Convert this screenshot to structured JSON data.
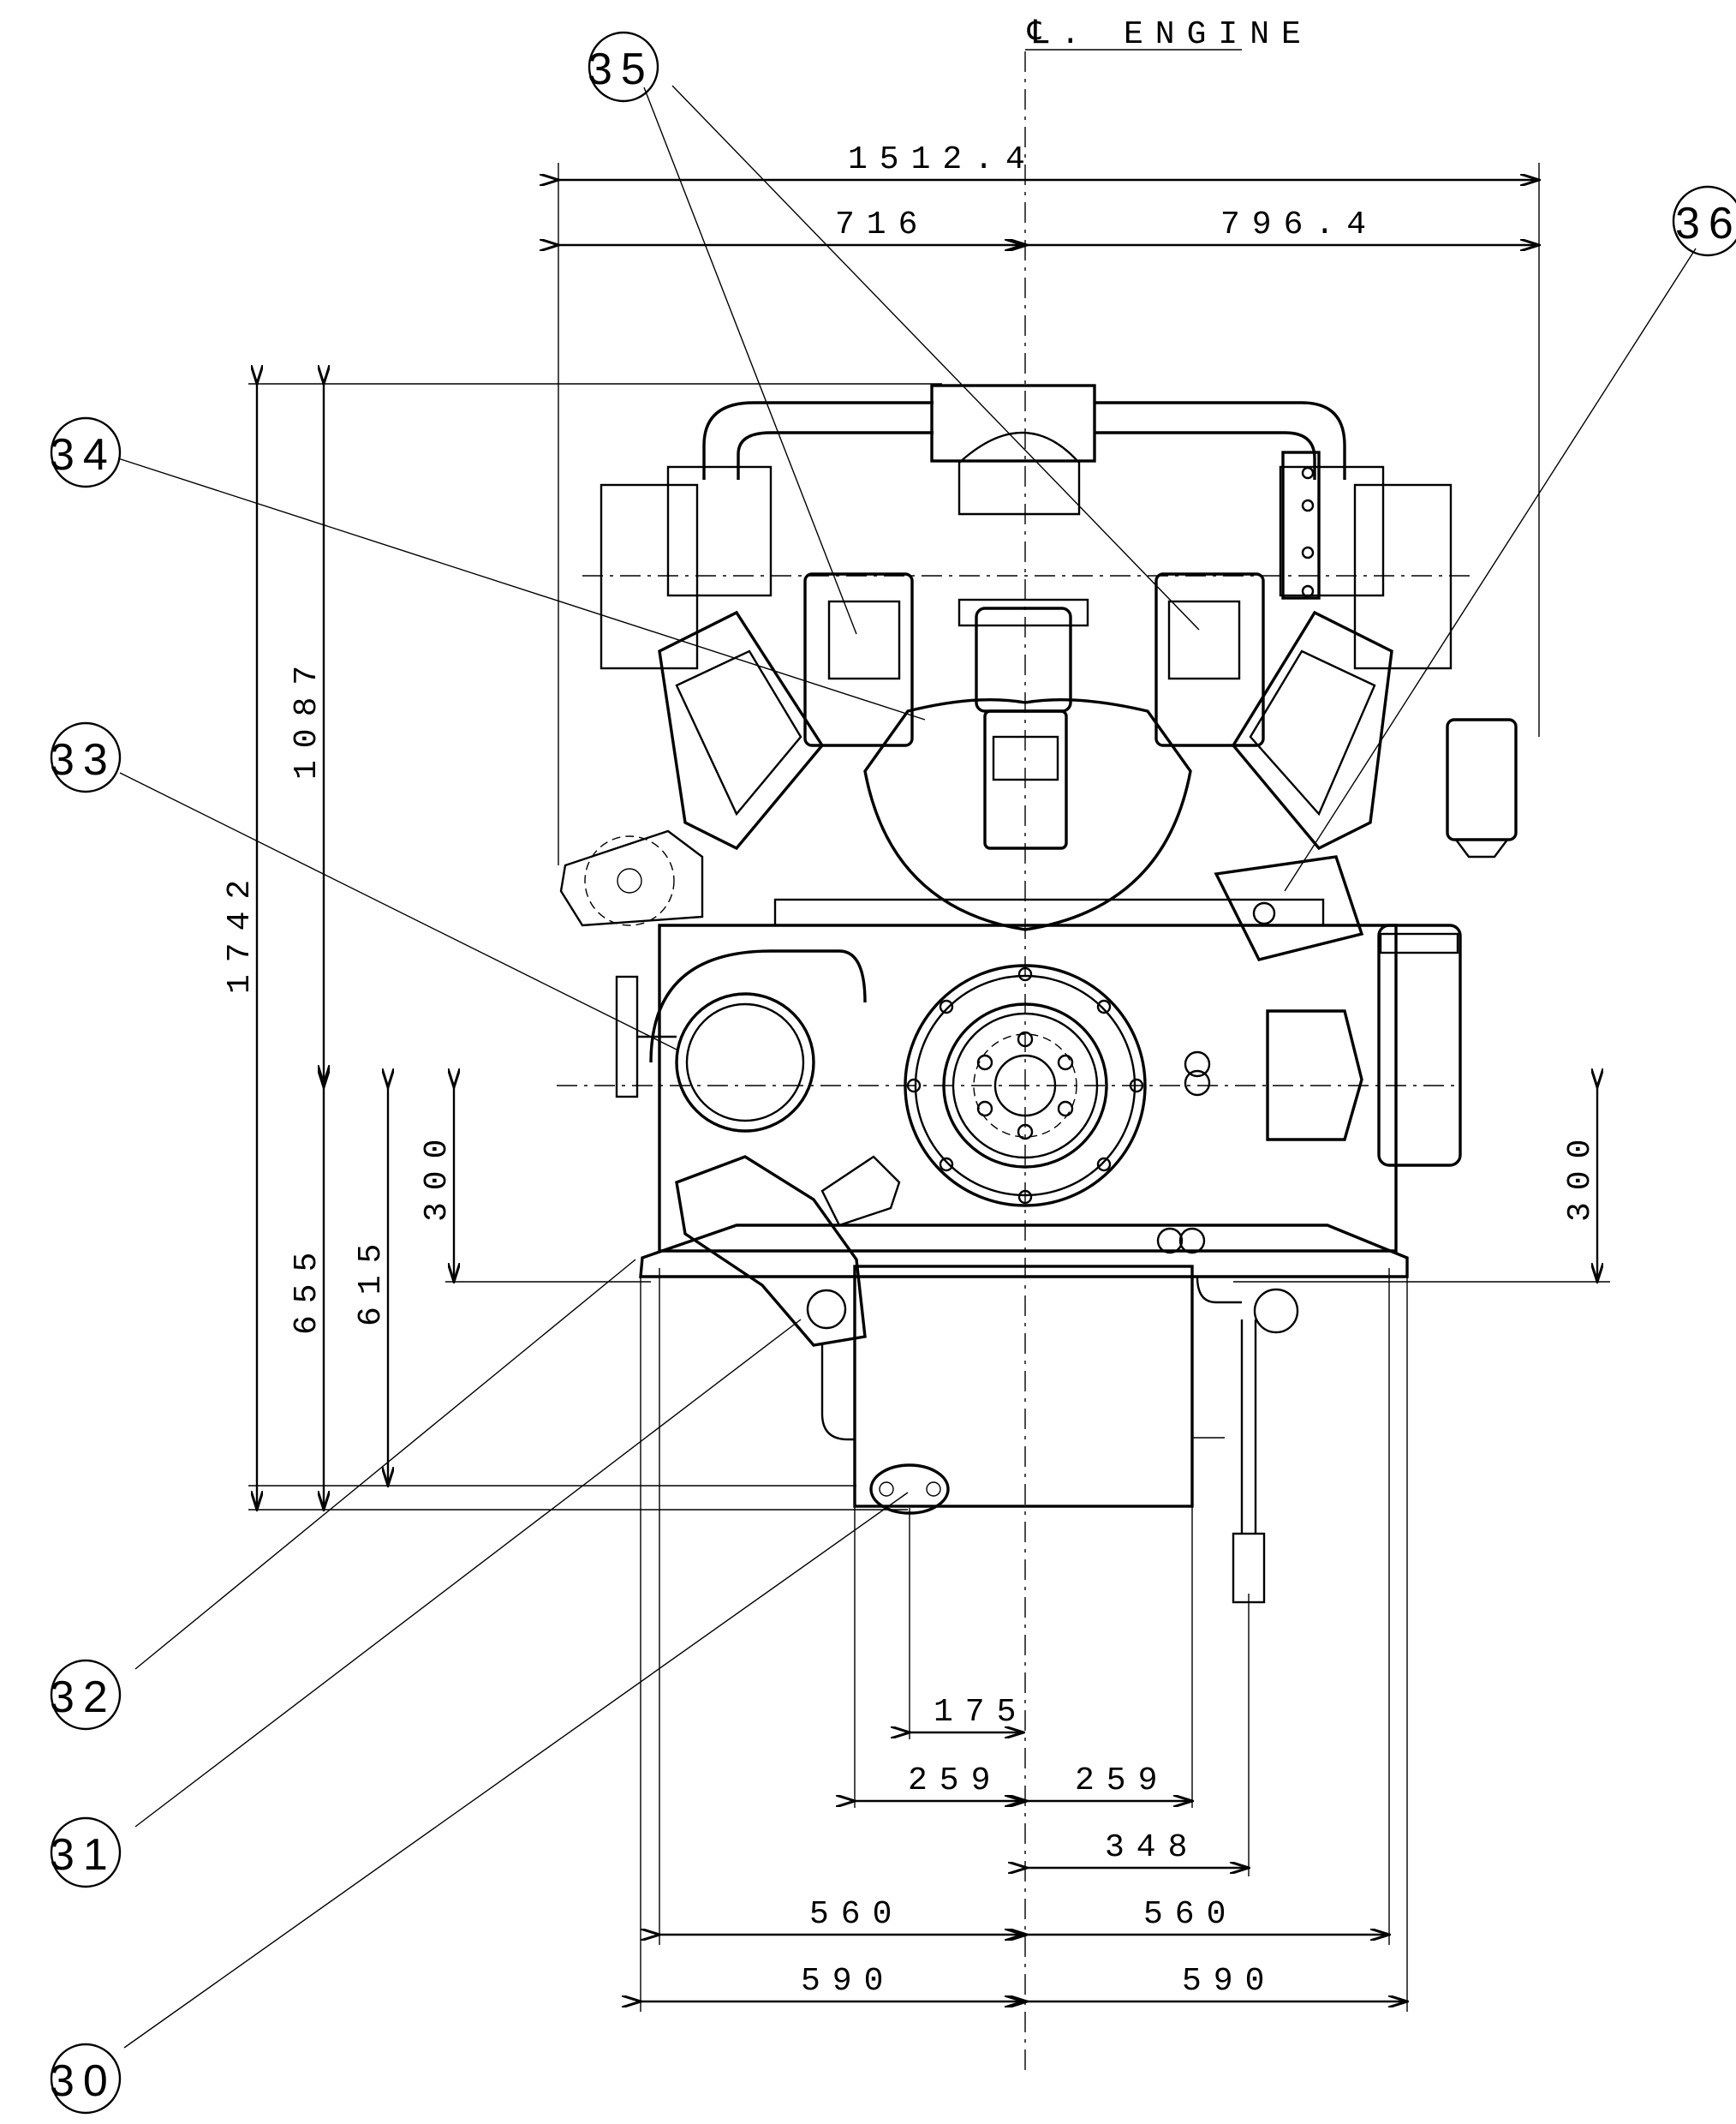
{
  "drawing": {
    "centerline_label": "℄. ENGINE"
  },
  "dimensions": {
    "overall_width": "1512.4",
    "left_width": "716",
    "right_width": "796.4",
    "height_above_crank": "1087",
    "overall_height": "1742",
    "left_300": "300",
    "right_300": "300",
    "h655": "655",
    "h615": "615",
    "d175": "175",
    "d259_left": "259",
    "d259_right": "259",
    "d348": "348",
    "d560_left": "560",
    "d560_right": "560",
    "d590_left": "590",
    "d590_right": "590"
  },
  "callouts": {
    "c30": "30",
    "c31": "31",
    "c32": "32",
    "c33": "33",
    "c34": "34",
    "c35": "35",
    "c36": "36"
  }
}
